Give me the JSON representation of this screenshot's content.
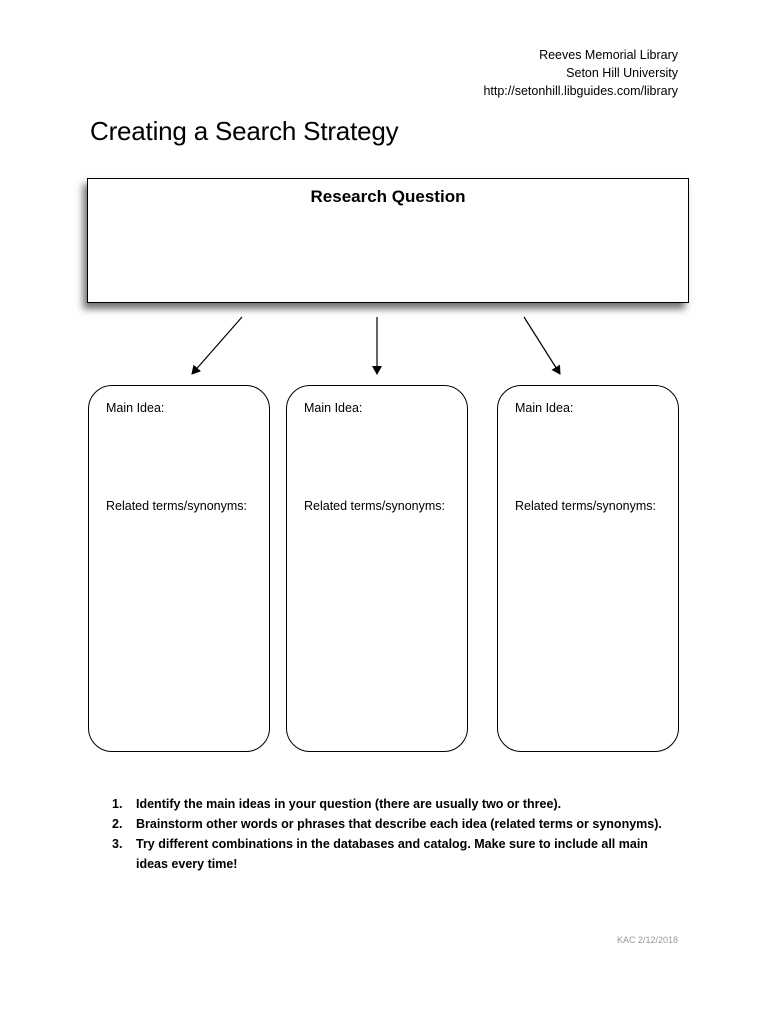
{
  "header": {
    "line1": "Reeves Memorial Library",
    "line2": "Seton Hill University",
    "line3": "http://setonhill.libguides.com/library"
  },
  "title": "Creating a Search Strategy",
  "research_question": {
    "label": "Research Question"
  },
  "idea_boxes": [
    {
      "main_idea_label": "Main Idea:",
      "related_label": "Related terms/synonyms:"
    },
    {
      "main_idea_label": "Main Idea:",
      "related_label": "Related terms/synonyms:"
    },
    {
      "main_idea_label": "Main Idea:",
      "related_label": "Related terms/synonyms:"
    }
  ],
  "instructions": [
    {
      "num": "1.",
      "text": "Identify the main ideas in your question (there are usually two or three)."
    },
    {
      "num": "2.",
      "text": "Brainstorm other words or phrases that describe each idea (related terms or synonyms)."
    },
    {
      "num": "3.",
      "text": "Try different combinations in the databases and catalog. Make sure to include all main ideas every time!"
    }
  ],
  "footer": {
    "note": "KAC 2/12/2018"
  }
}
